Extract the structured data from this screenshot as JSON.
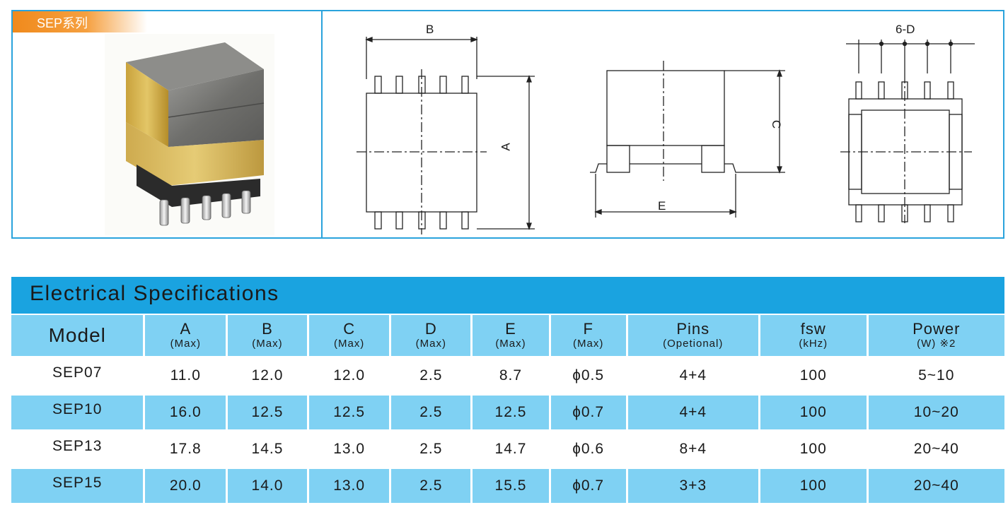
{
  "series_label": "SEP系列",
  "drawing_labels": {
    "b": "B",
    "a": "A",
    "c": "C",
    "e": "E",
    "d": "6-D"
  },
  "table_title": "Electrical Specifications",
  "headers": [
    {
      "main": "Model",
      "sub": ""
    },
    {
      "main": "A",
      "sub": "(Max)"
    },
    {
      "main": "B",
      "sub": "(Max)"
    },
    {
      "main": "C",
      "sub": "(Max)"
    },
    {
      "main": "D",
      "sub": "(Max)"
    },
    {
      "main": "E",
      "sub": "(Max)"
    },
    {
      "main": "F",
      "sub": "(Max)"
    },
    {
      "main": "Pins",
      "sub": "(Opetional)"
    },
    {
      "main": "fsw",
      "sub": "(kHz)"
    },
    {
      "main": "Power",
      "sub": "(W)  ※2"
    }
  ],
  "rows": [
    {
      "model": "SEP07",
      "a": "11.0",
      "b": "12.0",
      "c": "12.0",
      "d": "2.5",
      "e": "8.7",
      "f": "ɸ0.5",
      "pins": "4+4",
      "fsw": "100",
      "power": "5~10"
    },
    {
      "model": "SEP10",
      "a": "16.0",
      "b": "12.5",
      "c": "12.5",
      "d": "2.5",
      "e": "12.5",
      "f": "ɸ0.7",
      "pins": "4+4",
      "fsw": "100",
      "power": "10~20"
    },
    {
      "model": "SEP13",
      "a": "17.8",
      "b": "14.5",
      "c": "13.0",
      "d": "2.5",
      "e": "14.7",
      "f": "ɸ0.6",
      "pins": "8+4",
      "fsw": "100",
      "power": "20~40"
    },
    {
      "model": "SEP15",
      "a": "20.0",
      "b": "14.0",
      "c": "13.0",
      "d": "2.5",
      "e": "15.5",
      "f": "ɸ0.7",
      "pins": "3+3",
      "fsw": "100",
      "power": "20~40"
    }
  ],
  "colors": {
    "frame": "#2aa3dc",
    "title_bar": "#1aa3e0",
    "cell_fill": "#7fd1f3",
    "tag": "#f08a1c"
  }
}
